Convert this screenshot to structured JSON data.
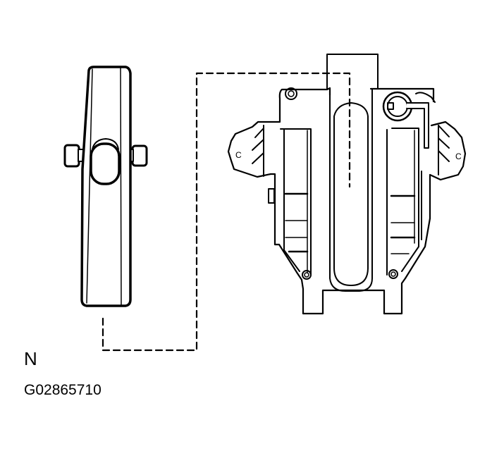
{
  "diagram": {
    "orientation_label": "N",
    "figure_id": "G02865710",
    "components": [
      {
        "name": "cover-handle",
        "description": "Elongated cover with oval window and two side bolts"
      },
      {
        "name": "housing-assembly",
        "description": "Housing with central slot, side mounting tabs and circular fitting"
      }
    ],
    "connector": {
      "style": "dashed",
      "meaning": "installation alignment"
    },
    "colors": {
      "line": "#000000",
      "background": "#ffffff"
    }
  }
}
